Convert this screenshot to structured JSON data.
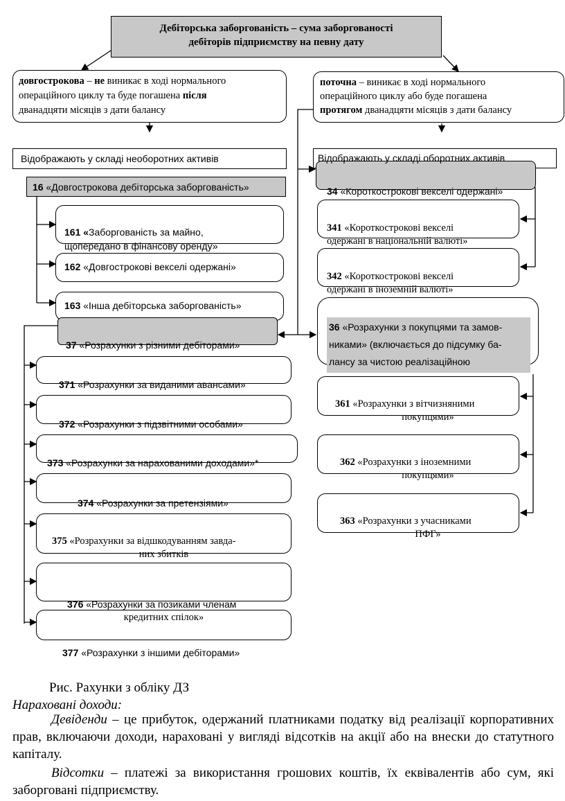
{
  "diagram": {
    "title": {
      "line1": "Дебіторська заборгованість – сума заборгованості",
      "line2": "дебіторів підприємству на певну дату"
    },
    "longterm": {
      "term": "довгострокова",
      "dash": " – ",
      "neg": "не",
      "line1_rest": " виникає в ході нормального",
      "line2a": "операційного циклу та буде погашена ",
      "after": "після",
      "line3": "дванадцяти місяців з дати балансу",
      "reflect": "Відображають у складі необоротних активів"
    },
    "current": {
      "term": "поточна",
      "line1_rest": " – виникає в ході нормального",
      "line2": "операційного циклу або буде погашена",
      "within": "протягом",
      "line3_rest": " дванадцяти місяців з дати балансу",
      "reflect": "Відображають у складі оборотних активів"
    },
    "acc16": {
      "code": "16",
      "name": " «Довгострокова дебіторська заборгованість»"
    },
    "acc161": {
      "code": "161 «",
      "line1": "Заборгованість за майно,",
      "line2": "щопередано в фінансову оренду»"
    },
    "acc162": {
      "code": "162",
      "name": " «Довгострокові векселі одержані»"
    },
    "acc163": {
      "code": "163",
      "name": " «Інша дебіторська заборгованість»"
    },
    "acc37": {
      "code": "37",
      "name": "  «Розрахунки з різними дебіторами»"
    },
    "acc371": {
      "code": "371",
      "name": " «Розрахунки за виданими авансами»"
    },
    "acc372": {
      "code": "372",
      "name": " «Розрахунки з підзвітними особами»"
    },
    "acc373": {
      "code": "373",
      "name": " «Розрахунки за нарахованими доходами»*"
    },
    "acc374": {
      "code": "374",
      "name": " «Розрахунки за претензіями»"
    },
    "acc375": {
      "code": "375",
      "line1": " «Розрахунки за відшкодуванням завда-",
      "line2": "них збитків"
    },
    "acc376": {
      "code": "376",
      "line1": " «Розрахунки за позиками членам",
      "line2": "кредитних спілок»"
    },
    "acc377": {
      "code": "377",
      "name": " «Розрахунки з іншими дебіторами»"
    },
    "acc34": {
      "code": "34",
      "name": " «Короткострокові векселі одержані»"
    },
    "acc341": {
      "code": "341",
      "line1": " «Короткострокові векселі",
      "line2": "одержані в національній валюті»"
    },
    "acc342": {
      "code": "342",
      "line1": " «Короткострокові векселі",
      "line2": "одержані в іноземній валюті»"
    },
    "acc36": {
      "code": "36",
      "line1": " «Розрахунки з покупцями та замов-",
      "line2": "никами» (включається до підсумку ба-",
      "line3": "лансу за чистою реалізаційною"
    },
    "acc361": {
      "code": "361",
      "line1": " «Розрахунки з вітчизняними",
      "line2": "покупцями»"
    },
    "acc362": {
      "code": "362",
      "line1": " «Розрахунки з іноземними",
      "line2": "покупцями»"
    },
    "acc363": {
      "code": "363",
      "line1": " «Розрахунки з учасниками",
      "line2": "ПФГ»"
    }
  },
  "caption": "Рис. Рахунки з обліку ДЗ",
  "subheading": "Нараховані доходи:",
  "paragraphs": [
    {
      "term": "Девіденди",
      "text": " – це прибуток, одержаний платниками податку від реалізації корпоративних прав, включаючи доходи, нараховані у вигляді відсотків на акції або на внески до статутного капіталу."
    },
    {
      "term": "Відсотки",
      "text": " – платежі за використання грошових коштів, їх еквівалентів або сум, які заборговані підприємству."
    }
  ]
}
